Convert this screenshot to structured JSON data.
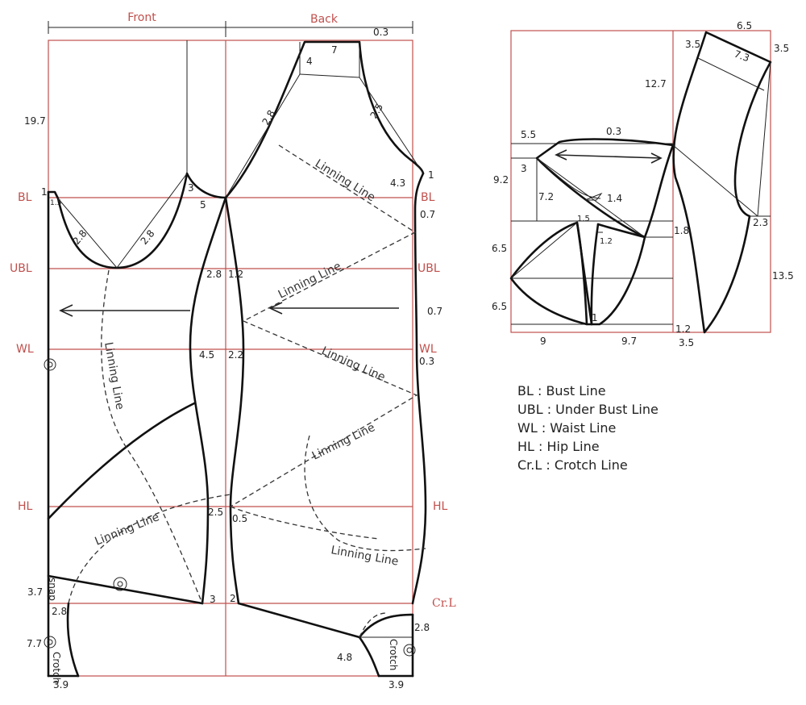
{
  "header": {
    "front": "Front",
    "back": "Back"
  },
  "line_labels": {
    "bl": "BL",
    "ubl": "UBL",
    "wl": "WL",
    "hl": "HL",
    "crl": "Cr.L"
  },
  "lining_label": "Linning Line",
  "crotch_label": "Crotch",
  "snap_label": "snap",
  "main_measurements": {
    "m_19_7": "19.7",
    "m_0_3_top": "0.3",
    "m_7": "7",
    "m_4": "4",
    "m_2_8_back": "2.8",
    "m_2_5_back": "2.5",
    "m_4_3": "4.3",
    "m_1": "1",
    "m_0_7_a": "0.7",
    "m_3": "3",
    "m_5": "5",
    "m_1_left": "1",
    "m_1_5": "1.5",
    "m_2_8_f1": "2.8",
    "m_2_8_f2": "2.8",
    "m_2_8_side": "2.8",
    "m_1_2": "1.2",
    "m_0_7_b": "0.7",
    "m_4_5": "4.5",
    "m_2_2": "2.2",
    "m_0_3_wl": "0.3",
    "m_2_5_hl": "2.5",
    "m_0_5": "0.5",
    "m_3_7": "3.7",
    "m_3_cr": "3",
    "m_2_cr": "2",
    "m_2_8_crl": "2.8",
    "m_2_8_crr": "2.8",
    "m_7_7": "7.7",
    "m_4_8": "4.8",
    "m_3_9_l": "3.9",
    "m_3_9_r": "3.9"
  },
  "sleeve_measurements": {
    "s_5_5": "5.5",
    "s_0_3": "0.3",
    "s_9_2": "9.2",
    "s_3": "3",
    "s_7_2": "7.2",
    "s_1_4": "1.4",
    "s_1_5": "1.5",
    "s_1_2_small": "1.2",
    "s_6_5_a": "6.5",
    "s_6_5_b": "6.5",
    "s_1": "1",
    "s_9": "9",
    "s_9_7": "9.7",
    "s_6_5_top": "6.5",
    "s_3_5_l": "3.5",
    "s_7_3": "7.3",
    "s_3_5_r": "3.5",
    "s_12_7": "12.7",
    "s_1_8": "1.8",
    "s_2_3": "2.3",
    "s_13_5": "13.5",
    "s_1_2_bot": "1.2",
    "s_3_5_bot": "3.5"
  },
  "legend": [
    "BL : Bust Line",
    "UBL : Under Bust Line",
    "WL : Waist Line",
    "HL : Hip Line",
    "Cr.L : Crotch Line"
  ],
  "colors": {
    "guide": "#c0504d",
    "outline": "#111111"
  }
}
